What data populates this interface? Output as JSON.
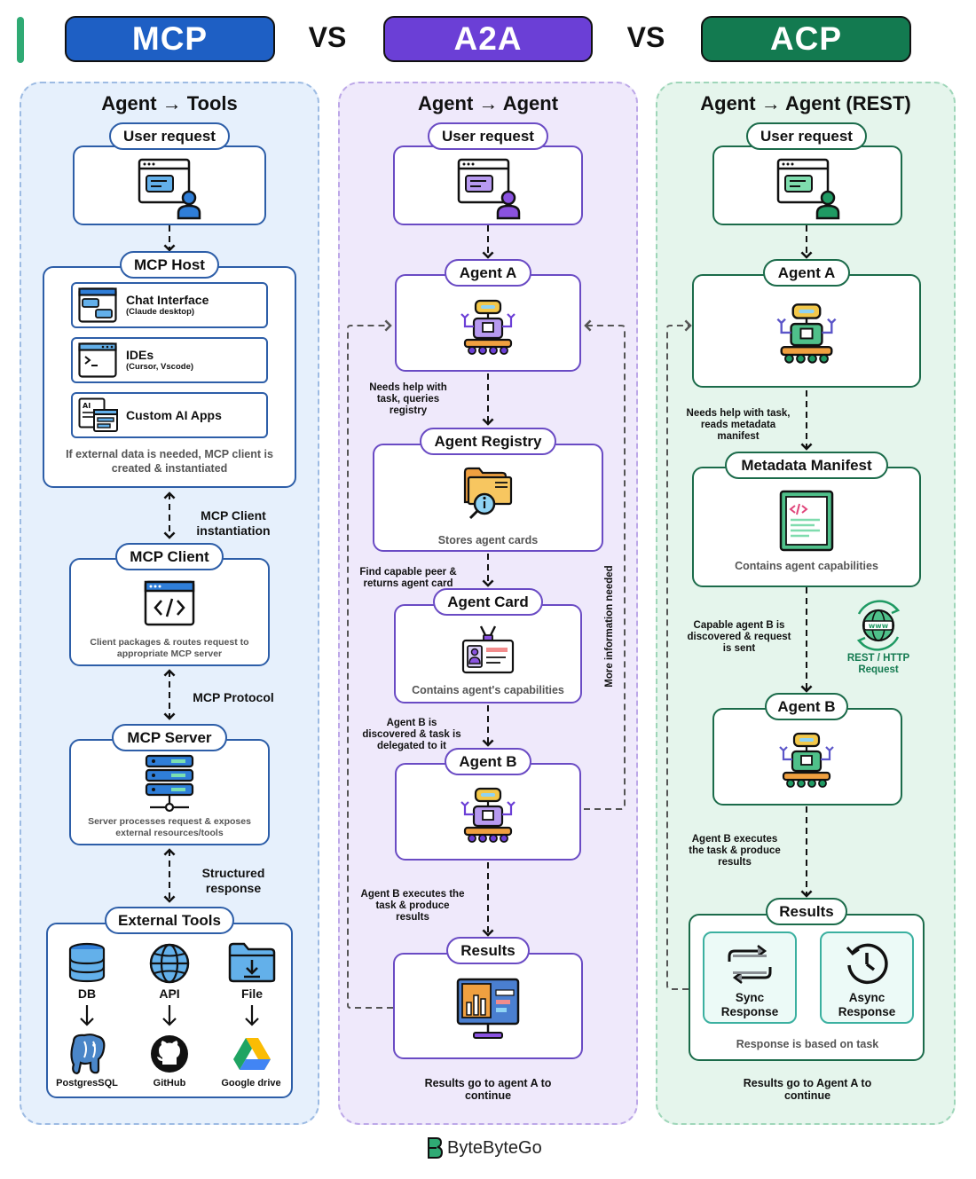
{
  "header": {
    "mcp_title": "MCP",
    "vs1": "VS",
    "a2a_title": "A2A",
    "vs2": "VS",
    "acp_title": "ACP",
    "colors": {
      "mcp": "#1e5fc4",
      "a2a": "#6b3fd6",
      "acp": "#137a50",
      "accent": "#2faa74"
    }
  },
  "mcp": {
    "title": "Agent → Tools",
    "user_request": "User request",
    "host": {
      "label": "MCP Host",
      "items": [
        {
          "title": "Chat Interface",
          "sub": "(Claude desktop)",
          "icon": "chat-window-icon"
        },
        {
          "title": "IDEs",
          "sub": "(Cursor, Vscode)",
          "icon": "code-window-icon"
        },
        {
          "title": "Custom AI Apps",
          "sub": "",
          "icon": "ai-apps-icon"
        }
      ],
      "caption": "If external data is needed, MCP client is created & instantiated"
    },
    "note_client_inst": "MCP Client instantiation",
    "client": {
      "label": "MCP Client",
      "caption": "Client packages & routes request to appropriate MCP server"
    },
    "note_protocol": "MCP Protocol",
    "server": {
      "label": "MCP Server",
      "caption": "Server processes request & exposes external resources/tools"
    },
    "note_structured": "Structured response",
    "tools": {
      "label": "External Tools",
      "items": [
        {
          "name": "DB",
          "target": "PostgresSQL"
        },
        {
          "name": "API",
          "target": "GitHub"
        },
        {
          "name": "File",
          "target": "Google drive"
        }
      ]
    }
  },
  "a2a": {
    "title": "Agent → Agent",
    "user_request": "User request",
    "agent_a": "Agent A",
    "note_needs_help": "Needs help with task, queries registry",
    "registry": {
      "label": "Agent Registry",
      "caption": "Stores agent cards"
    },
    "note_find_peer": "Find capable peer & returns agent card",
    "card": {
      "label": "Agent Card",
      "caption": "Contains agent's capabilities"
    },
    "note_more_info": "More information needed",
    "note_discovered": "Agent B is discovered & task is delegated to it",
    "agent_b": "Agent B",
    "note_executes": "Agent B executes the task & produce results",
    "results": "Results",
    "footer": "Results go to agent A to continue"
  },
  "acp": {
    "title": "Agent → Agent (REST)",
    "user_request": "User request",
    "agent_a": "Agent A",
    "note_needs_help": "Needs help with task, reads metadata manifest",
    "manifest": {
      "label": "Metadata Manifest",
      "caption": "Contains agent capabilities"
    },
    "note_capable": "Capable agent B is discovered & request is sent",
    "rest_label": "REST / HTTP Request",
    "agent_b": "Agent B",
    "note_executes": "Agent B executes the task & produce results",
    "results": {
      "label": "Results",
      "sync": "Sync Response",
      "async": "Async Response",
      "caption": "Response is based on task"
    },
    "footer": "Results go to Agent A to continue"
  },
  "brand": "ByteByteGo"
}
